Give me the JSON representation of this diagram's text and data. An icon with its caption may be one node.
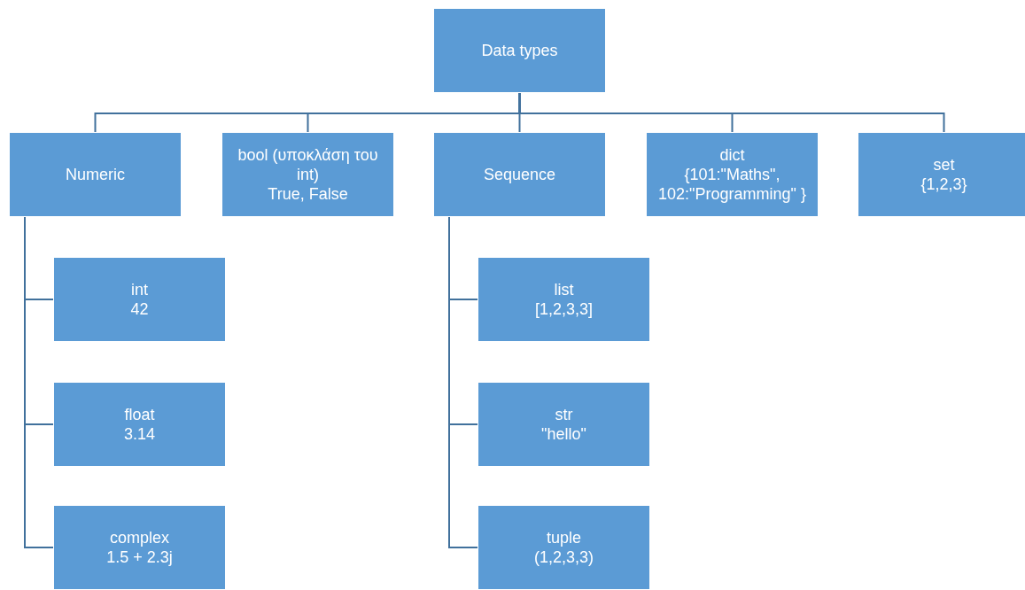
{
  "diagram": {
    "nodes": [
      {
        "text": [
          "Data types"
        ]
      },
      {
        "text": [
          "Numeric"
        ]
      },
      {
        "text": [
          "bool (υποκλάση του int)",
          "True, False"
        ]
      },
      {
        "text": [
          "Sequence"
        ]
      },
      {
        "text": [
          "dict",
          "{101:\"Maths\", 102:\"Programming\" }"
        ]
      },
      {
        "text": [
          "set",
          "{1,2,3}"
        ]
      },
      {
        "text": [
          "int",
          "42"
        ]
      },
      {
        "text": [
          "float",
          "3.14"
        ]
      },
      {
        "text": [
          "complex",
          "1.5 + 2.3j"
        ]
      },
      {
        "text": [
          "list",
          "[1,2,3,3]"
        ]
      },
      {
        "text": [
          "str",
          "\"hello\""
        ]
      },
      {
        "text": [
          "tuple",
          "(1,2,3,3)"
        ]
      }
    ],
    "edges": [
      {
        "from": 0,
        "to": 1,
        "arrow": "none"
      },
      {
        "from": 0,
        "to": 2,
        "arrow": "none"
      },
      {
        "from": 0,
        "to": 3,
        "arrow": "none"
      },
      {
        "from": 0,
        "to": 4,
        "arrow": "none"
      },
      {
        "from": 0,
        "to": 5,
        "arrow": "none"
      },
      {
        "from": 1,
        "to": 6,
        "arrow": "none"
      },
      {
        "from": 1,
        "to": 7,
        "arrow": "none"
      },
      {
        "from": 1,
        "to": 8,
        "arrow": "none"
      },
      {
        "from": 3,
        "to": 9,
        "arrow": "none"
      },
      {
        "from": 3,
        "to": 10,
        "arrow": "none"
      },
      {
        "from": 3,
        "to": 11,
        "arrow": "none"
      }
    ]
  }
}
